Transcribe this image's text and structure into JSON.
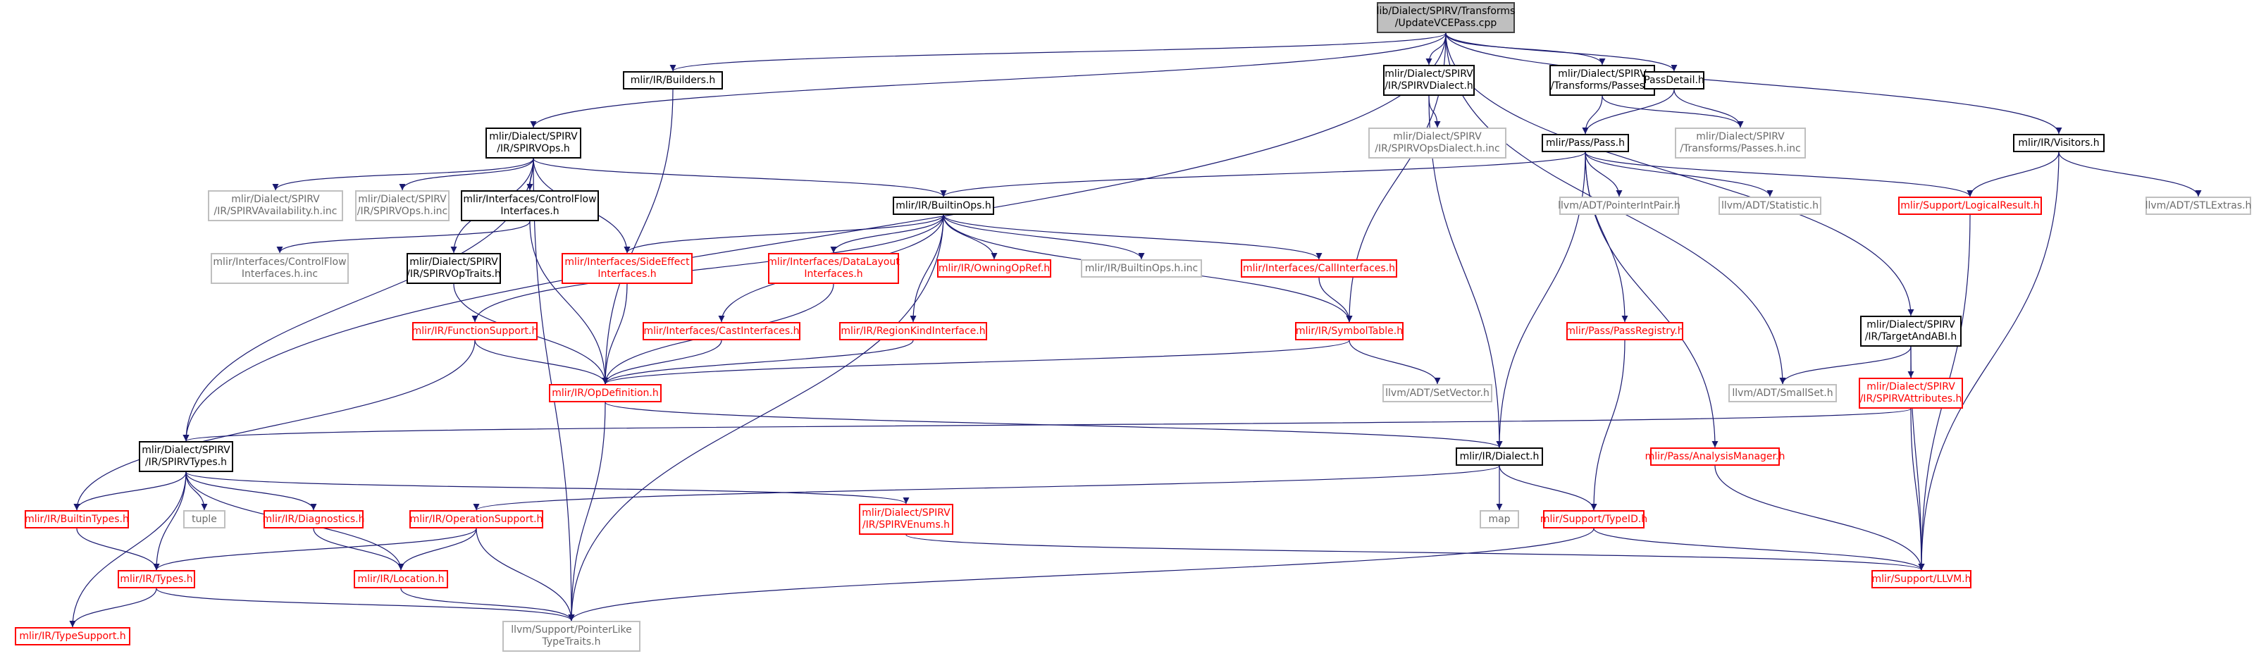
{
  "graph": {
    "edge_color": "#191970",
    "nodes": [
      {
        "id": "root",
        "label": "lib/Dialect/SPIRV/Transforms\n/UpdateVCEPass.cpp",
        "style": "root"
      },
      {
        "id": "builders",
        "label": "mlir/IR/Builders.h",
        "style": "black"
      },
      {
        "id": "spirvdialect",
        "label": "mlir/Dialect/SPIRV\n/IR/SPIRVDialect.h",
        "style": "black"
      },
      {
        "id": "passesh",
        "label": "mlir/Dialect/SPIRV\n/Transforms/Passes.h",
        "style": "black"
      },
      {
        "id": "passdetail",
        "label": "PassDetail.h",
        "style": "black"
      },
      {
        "id": "visitors",
        "label": "mlir/IR/Visitors.h",
        "style": "black"
      },
      {
        "id": "spirvops",
        "label": "mlir/Dialect/SPIRV\n/IR/SPIRVOps.h",
        "style": "black"
      },
      {
        "id": "spirvopsdialectinc",
        "label": "mlir/Dialect/SPIRV\n/IR/SPIRVOpsDialect.h.inc",
        "style": "grey"
      },
      {
        "id": "passesinc",
        "label": "mlir/Dialect/SPIRV\n/Transforms/Passes.h.inc",
        "style": "grey"
      },
      {
        "id": "passpass",
        "label": "mlir/Pass/Pass.h",
        "style": "black"
      },
      {
        "id": "spirvavail",
        "label": "mlir/Dialect/SPIRV\n/IR/SPIRVAvailability.h.inc",
        "style": "grey"
      },
      {
        "id": "spirvopsinc",
        "label": "mlir/Dialect/SPIRV\n/IR/SPIRVOps.h.inc",
        "style": "grey"
      },
      {
        "id": "controlflow",
        "label": "mlir/Interfaces/ControlFlow\nInterfaces.h",
        "style": "black"
      },
      {
        "id": "builtinops",
        "label": "mlir/IR/BuiltinOps.h",
        "style": "black"
      },
      {
        "id": "pointerintpair",
        "label": "llvm/ADT/PointerIntPair.h",
        "style": "grey"
      },
      {
        "id": "statistic",
        "label": "llvm/ADT/Statistic.h",
        "style": "grey"
      },
      {
        "id": "logicalresult",
        "label": "mlir/Support/LogicalResult.h",
        "style": "red"
      },
      {
        "id": "stlextras",
        "label": "llvm/ADT/STLExtras.h",
        "style": "grey"
      },
      {
        "id": "controlflowinc",
        "label": "mlir/Interfaces/ControlFlow\nInterfaces.h.inc",
        "style": "grey"
      },
      {
        "id": "spirvoptraits",
        "label": "mlir/Dialect/SPIRV\n/IR/SPIRVOpTraits.h",
        "style": "black"
      },
      {
        "id": "sideeffect",
        "label": "mlir/Interfaces/SideEffect\nInterfaces.h",
        "style": "red"
      },
      {
        "id": "datalayout",
        "label": "mlir/Interfaces/DataLayout\nInterfaces.h",
        "style": "red"
      },
      {
        "id": "owningopref",
        "label": "mlir/IR/OwningOpRef.h",
        "style": "red"
      },
      {
        "id": "builtinopsinc",
        "label": "mlir/IR/BuiltinOps.h.inc",
        "style": "grey"
      },
      {
        "id": "callinterfaces",
        "label": "mlir/Interfaces/CallInterfaces.h",
        "style": "red"
      },
      {
        "id": "targetandabi",
        "label": "mlir/Dialect/SPIRV\n/IR/TargetAndABI.h",
        "style": "black"
      },
      {
        "id": "functionsupport",
        "label": "mlir/IR/FunctionSupport.h",
        "style": "red"
      },
      {
        "id": "castinterfaces",
        "label": "mlir/Interfaces/CastInterfaces.h",
        "style": "red"
      },
      {
        "id": "regionkind",
        "label": "mlir/IR/RegionKindInterface.h",
        "style": "red"
      },
      {
        "id": "symboltable",
        "label": "mlir/IR/SymbolTable.h",
        "style": "red"
      },
      {
        "id": "passregistry",
        "label": "mlir/Pass/PassRegistry.h",
        "style": "red"
      },
      {
        "id": "smallset",
        "label": "llvm/ADT/SmallSet.h",
        "style": "grey"
      },
      {
        "id": "spirvattrs",
        "label": "mlir/Dialect/SPIRV\n/IR/SPIRVAttributes.h",
        "style": "red"
      },
      {
        "id": "opdefinition",
        "label": "mlir/IR/OpDefinition.h",
        "style": "red"
      },
      {
        "id": "setvector",
        "label": "llvm/ADT/SetVector.h",
        "style": "grey"
      },
      {
        "id": "spirvtypes",
        "label": "mlir/Dialect/SPIRV\n/IR/SPIRVTypes.h",
        "style": "black"
      },
      {
        "id": "dialect",
        "label": "mlir/IR/Dialect.h",
        "style": "black"
      },
      {
        "id": "analysismanager",
        "label": "mlir/Pass/AnalysisManager.h",
        "style": "red"
      },
      {
        "id": "builtintypes",
        "label": "mlir/IR/BuiltinTypes.h",
        "style": "red"
      },
      {
        "id": "tuple",
        "label": "tuple",
        "style": "grey"
      },
      {
        "id": "diagnostics",
        "label": "mlir/IR/Diagnostics.h",
        "style": "red"
      },
      {
        "id": "opsupport",
        "label": "mlir/IR/OperationSupport.h",
        "style": "red"
      },
      {
        "id": "spirvenums",
        "label": "mlir/Dialect/SPIRV\n/IR/SPIRVEnums.h",
        "style": "red"
      },
      {
        "id": "map",
        "label": "map",
        "style": "grey"
      },
      {
        "id": "typeid",
        "label": "mlir/Support/TypeID.h",
        "style": "red"
      },
      {
        "id": "irtypes",
        "label": "mlir/IR/Types.h",
        "style": "red"
      },
      {
        "id": "location",
        "label": "mlir/IR/Location.h",
        "style": "red"
      },
      {
        "id": "supportllvm",
        "label": "mlir/Support/LLVM.h",
        "style": "red"
      },
      {
        "id": "typesupport",
        "label": "mlir/IR/TypeSupport.h",
        "style": "red"
      },
      {
        "id": "pointerlike",
        "label": "llvm/Support/PointerLike\nTypeTraits.h",
        "style": "grey"
      }
    ],
    "edges": [
      [
        "root",
        "builders"
      ],
      [
        "root",
        "spirvdialect"
      ],
      [
        "root",
        "passesh"
      ],
      [
        "root",
        "passdetail"
      ],
      [
        "root",
        "visitors"
      ],
      [
        "root",
        "spirvops"
      ],
      [
        "root",
        "spirvtypes"
      ],
      [
        "root",
        "targetandabi"
      ],
      [
        "root",
        "smallset"
      ],
      [
        "root",
        "symboltable"
      ],
      [
        "builders",
        "opdefinition"
      ],
      [
        "spirvdialect",
        "spirvopsdialectinc"
      ],
      [
        "spirvdialect",
        "dialect"
      ],
      [
        "passesh",
        "passpass"
      ],
      [
        "passesh",
        "passesinc"
      ],
      [
        "passdetail",
        "passpass"
      ],
      [
        "passdetail",
        "passesinc"
      ],
      [
        "visitors",
        "logicalresult"
      ],
      [
        "visitors",
        "stlextras"
      ],
      [
        "visitors",
        "supportllvm"
      ],
      [
        "spirvops",
        "spirvavail"
      ],
      [
        "spirvops",
        "spirvopsinc"
      ],
      [
        "spirvops",
        "controlflow"
      ],
      [
        "spirvops",
        "builtinops"
      ],
      [
        "spirvops",
        "spirvoptraits"
      ],
      [
        "spirvops",
        "sideeffect"
      ],
      [
        "spirvops",
        "spirvtypes"
      ],
      [
        "spirvops",
        "pointerlike"
      ],
      [
        "passpass",
        "builtinops"
      ],
      [
        "passpass",
        "pointerintpair"
      ],
      [
        "passpass",
        "statistic"
      ],
      [
        "passpass",
        "logicalresult"
      ],
      [
        "passpass",
        "passregistry"
      ],
      [
        "passpass",
        "analysismanager"
      ],
      [
        "passpass",
        "dialect"
      ],
      [
        "controlflow",
        "controlflowinc"
      ],
      [
        "controlflow",
        "opdefinition"
      ],
      [
        "builtinops",
        "sideeffect"
      ],
      [
        "builtinops",
        "datalayout"
      ],
      [
        "builtinops",
        "owningopref"
      ],
      [
        "builtinops",
        "builtinopsinc"
      ],
      [
        "builtinops",
        "callinterfaces"
      ],
      [
        "builtinops",
        "functionsupport"
      ],
      [
        "builtinops",
        "castinterfaces"
      ],
      [
        "builtinops",
        "regionkind"
      ],
      [
        "builtinops",
        "symboltable"
      ],
      [
        "builtinops",
        "pointerlike"
      ],
      [
        "logicalresult",
        "supportllvm"
      ],
      [
        "spirvoptraits",
        "opdefinition"
      ],
      [
        "sideeffect",
        "opdefinition"
      ],
      [
        "datalayout",
        "opdefinition"
      ],
      [
        "callinterfaces",
        "symboltable"
      ],
      [
        "targetandabi",
        "smallset"
      ],
      [
        "targetandabi",
        "spirvattrs"
      ],
      [
        "targetandabi",
        "supportllvm"
      ],
      [
        "functionsupport",
        "opdefinition"
      ],
      [
        "functionsupport",
        "builtintypes"
      ],
      [
        "castinterfaces",
        "opdefinition"
      ],
      [
        "regionkind",
        "opdefinition"
      ],
      [
        "symboltable",
        "opdefinition"
      ],
      [
        "symboltable",
        "setvector"
      ],
      [
        "passregistry",
        "typeid"
      ],
      [
        "spirvattrs",
        "spirvtypes"
      ],
      [
        "spirvattrs",
        "supportllvm"
      ],
      [
        "opdefinition",
        "dialect"
      ],
      [
        "opdefinition",
        "pointerlike"
      ],
      [
        "spirvtypes",
        "builtintypes"
      ],
      [
        "spirvtypes",
        "tuple"
      ],
      [
        "spirvtypes",
        "diagnostics"
      ],
      [
        "spirvtypes",
        "location"
      ],
      [
        "spirvtypes",
        "spirvenums"
      ],
      [
        "spirvtypes",
        "irtypes"
      ],
      [
        "spirvtypes",
        "typesupport"
      ],
      [
        "dialect",
        "opsupport"
      ],
      [
        "dialect",
        "map"
      ],
      [
        "dialect",
        "typeid"
      ],
      [
        "analysismanager",
        "supportllvm"
      ],
      [
        "builtintypes",
        "irtypes"
      ],
      [
        "diagnostics",
        "location"
      ],
      [
        "opsupport",
        "irtypes"
      ],
      [
        "opsupport",
        "location"
      ],
      [
        "opsupport",
        "pointerlike"
      ],
      [
        "spirvenums",
        "supportllvm"
      ],
      [
        "typeid",
        "supportllvm"
      ],
      [
        "typeid",
        "pointerlike"
      ],
      [
        "irtypes",
        "typesupport"
      ],
      [
        "irtypes",
        "pointerlike"
      ],
      [
        "location",
        "pointerlike"
      ]
    ]
  }
}
